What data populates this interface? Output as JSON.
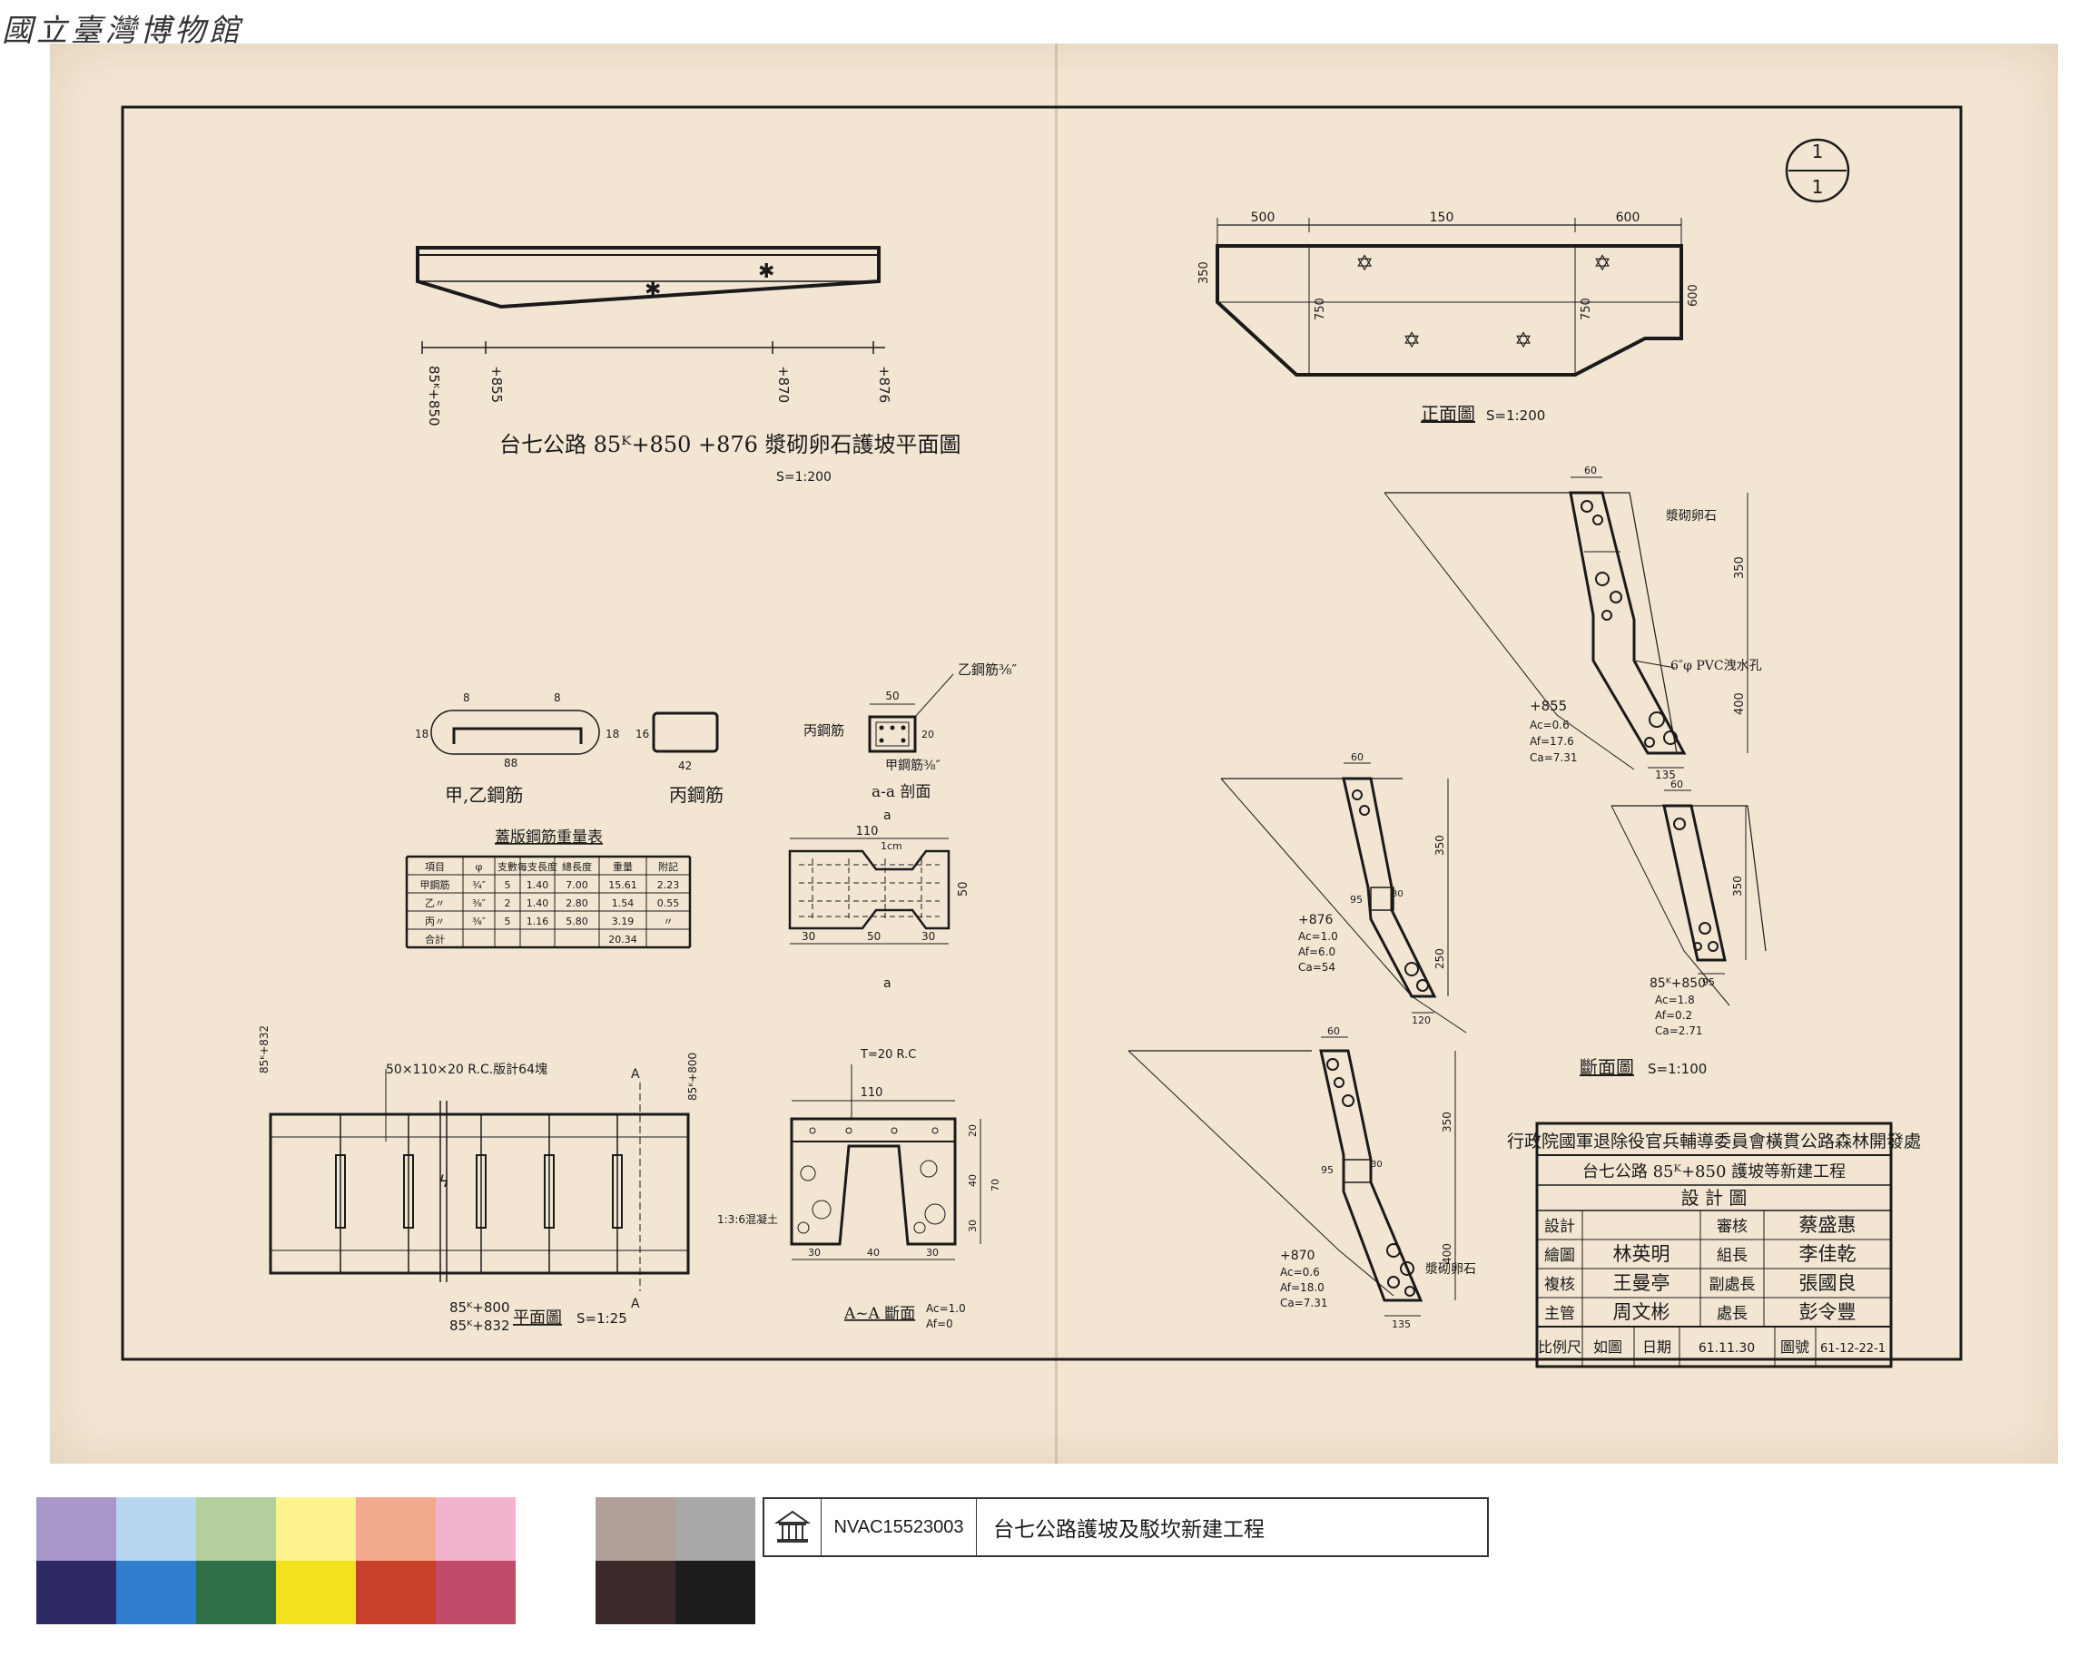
{
  "header": {
    "museum": "國立臺灣博物館"
  },
  "sheet": {
    "number_top": "1",
    "number_bottom": "1"
  },
  "plan_view": {
    "stations": [
      "85ᴷ+850",
      "+855",
      "+870",
      "+876"
    ],
    "title": "台七公路 85ᴷ+850 +876 漿砌卵石護坡平面圖",
    "scale": "S=1:200"
  },
  "elevation": {
    "dims": [
      "500",
      "150",
      "600",
      "350",
      "750",
      "750",
      "600"
    ],
    "title": "正面圖",
    "scale": "S=1:200"
  },
  "rebar": {
    "jia_yi_label": "甲,乙鋼筋",
    "jia_dims": [
      "8",
      "8",
      "18",
      "88",
      "18"
    ],
    "bing_label": "丙鋼筋",
    "bing_dims": [
      "16",
      "42"
    ],
    "section": {
      "title": "a-a 剖面",
      "dim_top": "50",
      "dim_side": "20",
      "notes": [
        "乙鋼筋⅜″",
        "丙鋼筋",
        "甲鋼筋⅜″"
      ]
    }
  },
  "weight_table": {
    "title": "蓋版鋼筋重量表",
    "headers": [
      "項目",
      "φ",
      "支數",
      "每支長度",
      "總長度",
      "重量",
      "附記"
    ],
    "rows": [
      [
        "甲鋼筋",
        "¾″",
        "5",
        "1.40",
        "7.00",
        "15.61",
        "2.23"
      ],
      [
        "乙〃",
        "⅜″",
        "2",
        "1.40",
        "2.80",
        "1.54",
        "0.55"
      ],
      [
        "丙〃",
        "⅜″",
        "5",
        "1.16",
        "5.80",
        "3.19",
        "〃"
      ],
      [
        "合計",
        "",
        "",
        "",
        "",
        "20.34",
        ""
      ]
    ]
  },
  "slab_plan": {
    "dim_top": "110",
    "dim_note": "1cm",
    "dim_right": "50",
    "dims_bottom": [
      "30",
      "50",
      "30"
    ],
    "label_a": "a"
  },
  "small_plan": {
    "note": "50×110×20 R.C.版計64塊",
    "station_left": "85ᴷ+832",
    "station_right": "85ᴷ+800",
    "label_a": "A",
    "title_top": "85ᴷ+800",
    "title_bottom": "85ᴷ+832",
    "title_suffix": "平面圖",
    "scale": "S=1:25"
  },
  "aa_section": {
    "note_top": "T=20 R.C",
    "dim_top": "110",
    "mix": "1:3:6混凝土",
    "dims_right": [
      "20",
      "40",
      "30",
      "70"
    ],
    "dims_bottom": [
      "30",
      "40",
      "30"
    ],
    "title": "A~A 斷面",
    "ac": "Ac=1.0",
    "af": "Af=0"
  },
  "sections": {
    "top": {
      "dims": [
        "60",
        "350",
        "400",
        "135"
      ],
      "station": "+855",
      "ac": "Ac=0.6",
      "af": "Af=17.6",
      "ca": "Ca=7.31",
      "note_pvc": "6″φ PVC洩水孔",
      "note_masonry": "漿砌卵石"
    },
    "left": {
      "dims": [
        "60",
        "350",
        "250",
        "95",
        "30",
        "120"
      ],
      "station": "+876",
      "ac": "Ac=1.0",
      "af": "Af=6.0",
      "ca": "Ca=54"
    },
    "right": {
      "dims": [
        "60",
        "350",
        "95"
      ],
      "station": "85ᴷ+850",
      "ac": "Ac=1.8",
      "af": "Af=0.2",
      "ca": "Ca=2.71"
    },
    "bottom": {
      "dims": [
        "60",
        "350",
        "400",
        "95",
        "30",
        "135"
      ],
      "station": "+870",
      "ac": "Ac=0.6",
      "af": "Af=18.0",
      "ca": "Ca=7.31",
      "note_masonry": "漿砌卵石"
    },
    "title": "斷面圖",
    "scale": "S=1:100"
  },
  "title_block": {
    "agency": "行政院國軍退除役官兵輔導委員會橫貫公路森林開發處",
    "project": "台七公路 85ᴷ+850 護坡等新建工程",
    "drawing_type": "設 計 圖",
    "rows": [
      [
        "設計",
        "",
        "審核",
        "蔡盛惠"
      ],
      [
        "繪圖",
        "林英明",
        "組長",
        "李佳乾"
      ],
      [
        "複核",
        "王曼亭",
        "副處長",
        "張國良"
      ],
      [
        "主管",
        "周文彬",
        "處長",
        "彭令豐"
      ]
    ],
    "footer": {
      "scale_label": "比例尺",
      "scale_value": "如圖",
      "date_label": "日期",
      "date_value": "61.11.30",
      "no_label": "圖號",
      "no_value": "61-12-22-1"
    }
  },
  "caption": {
    "id": "NVAC15523003",
    "title": "台七公路護坡及駁坎新建工程"
  },
  "colors": {
    "paper": "#f2e6d3",
    "ink": "#1a1a1a",
    "swatches_top": [
      "#a798c9",
      "#b6d6f0",
      "#b3cf9d",
      "#fdf48f",
      "#f3a98e",
      "#f3b3cf",
      "#ffffff",
      "#b39f9a",
      "#a9a9a9"
    ],
    "swatches_bottom": [
      "#2e2a66",
      "#2f7ecf",
      "#2f7048",
      "#f2e21d",
      "#c8402c",
      "#c24a6b",
      "#ffffff",
      "#3a2a2a",
      "#1c1c1c"
    ]
  }
}
